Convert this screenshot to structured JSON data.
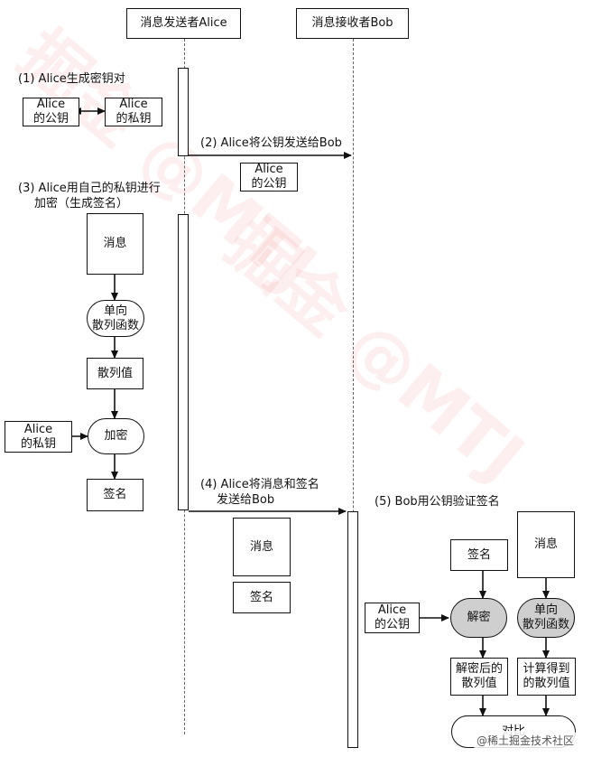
{
  "actors": {
    "sender": "消息发送者Alice",
    "receiver": "消息接收者Bob"
  },
  "steps": {
    "step1": "(1) Alice生成密钥对",
    "step2": "(2) Alice将公钥发送给Bob",
    "step3_line1": "(3) Alice用自己的私钥进行",
    "step3_line2": "加密（生成签名）",
    "step4_line1": "(4) Alice将消息和签名",
    "step4_line2": "发送给Bob",
    "step5": "(5) Bob用公钥验证签名"
  },
  "boxes": {
    "alice_public_key": "Alice\n的公钥",
    "alice_private_key": "Alice\n的私钥",
    "sent_public_key": "Alice\n的公钥",
    "message": "消息",
    "hash_function": "单向\n散列函数",
    "hash_value": "散列值",
    "alice_private_key_2": "Alice\n的私钥",
    "encrypt": "加密",
    "signature": "签名",
    "sent_message": "消息",
    "sent_signature": "签名",
    "bob_signature": "签名",
    "bob_message": "消息",
    "bob_alice_public_key": "Alice\n的公钥",
    "decrypt": "解密",
    "bob_hash_function": "单向\n散列函数",
    "decrypted_hash": "解密后的\n散列值",
    "computed_hash": "计算得到\n的散列值",
    "compare": "对比"
  },
  "watermark": "掘金 @MTJ",
  "source_badge": "@稀土掘金技术社区",
  "colors": {
    "gray_fill": "#cfcfcf",
    "line": "#111111",
    "watermark": "#eb5050"
  }
}
